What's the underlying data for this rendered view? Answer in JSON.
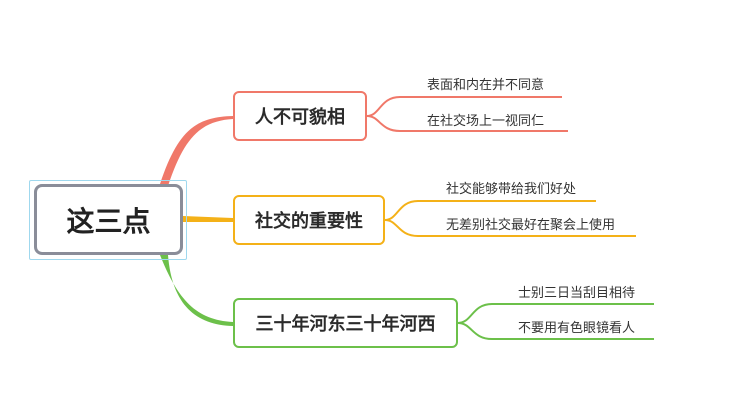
{
  "root": {
    "label": "这三点"
  },
  "branches": [
    {
      "label": "人不可貌相",
      "color": "#f07869",
      "leaves": [
        "表面和内在并不同意",
        "在社交场上一视同仁"
      ]
    },
    {
      "label": "社交的重要性",
      "color": "#f4b118",
      "leaves": [
        "社交能够带给我们好处",
        "无差别社交最好在聚会上使用"
      ]
    },
    {
      "label": "三十年河东三十年河西",
      "color": "#6cc04a",
      "leaves": [
        "士别三日当刮目相待",
        "不要用有色眼镜看人"
      ]
    }
  ]
}
